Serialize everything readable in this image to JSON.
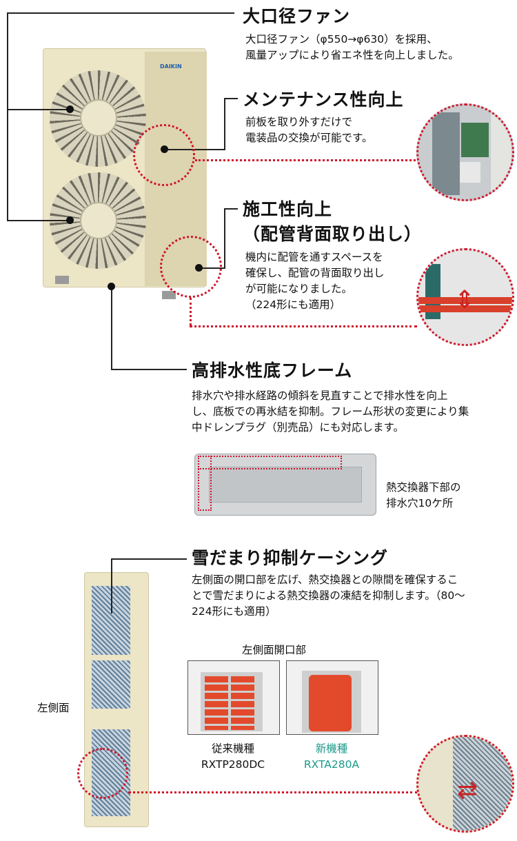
{
  "s1": {
    "title": "大口径ファン",
    "desc": [
      "大口径ファン（φ550→φ630）を採用、",
      "風量アップにより省エネ性を向上しました。"
    ]
  },
  "s2": {
    "title": "メンテナンス性向上",
    "desc": [
      "前板を取り外すだけで",
      "電装品の交換が可能です。"
    ]
  },
  "s3": {
    "title": [
      "施工性向上",
      "（配管背面取り出し）"
    ],
    "desc": [
      "機内に配管を通すスペースを",
      "確保し、配管の背面取り出し",
      "が可能になりました。",
      "（224形にも適用）"
    ]
  },
  "s4": {
    "title": "高排水性底フレーム",
    "desc": [
      "排水穴や排水経路の傾斜を見直すことで排水性を向上",
      "し、底板での再氷結を抑制。フレーム形状の変更により集",
      "中ドレンプラグ（別売品）にも対応します。"
    ],
    "caption": [
      "熱交換器下部の",
      "排水穴10ケ所"
    ]
  },
  "s5": {
    "title": "雪だまり抑制ケーシング",
    "desc": [
      "左側面の開口部を広げ、熱交換器との隙間を確保するこ",
      "とで雪だまりによる熱交換器の凍結を抑制します。（80～",
      "224形にも適用）"
    ],
    "opening_label": "左側面開口部",
    "side_label": "左側面",
    "old": {
      "label": "従来機種",
      "model": "RXTP280DC"
    },
    "new": {
      "label": "新機種",
      "model": "RXTA280A",
      "color": "#1a9a8a"
    }
  },
  "brand": "DAIKIN",
  "colors": {
    "accent_red": "#d0152b",
    "casing": "#ece5c6"
  }
}
